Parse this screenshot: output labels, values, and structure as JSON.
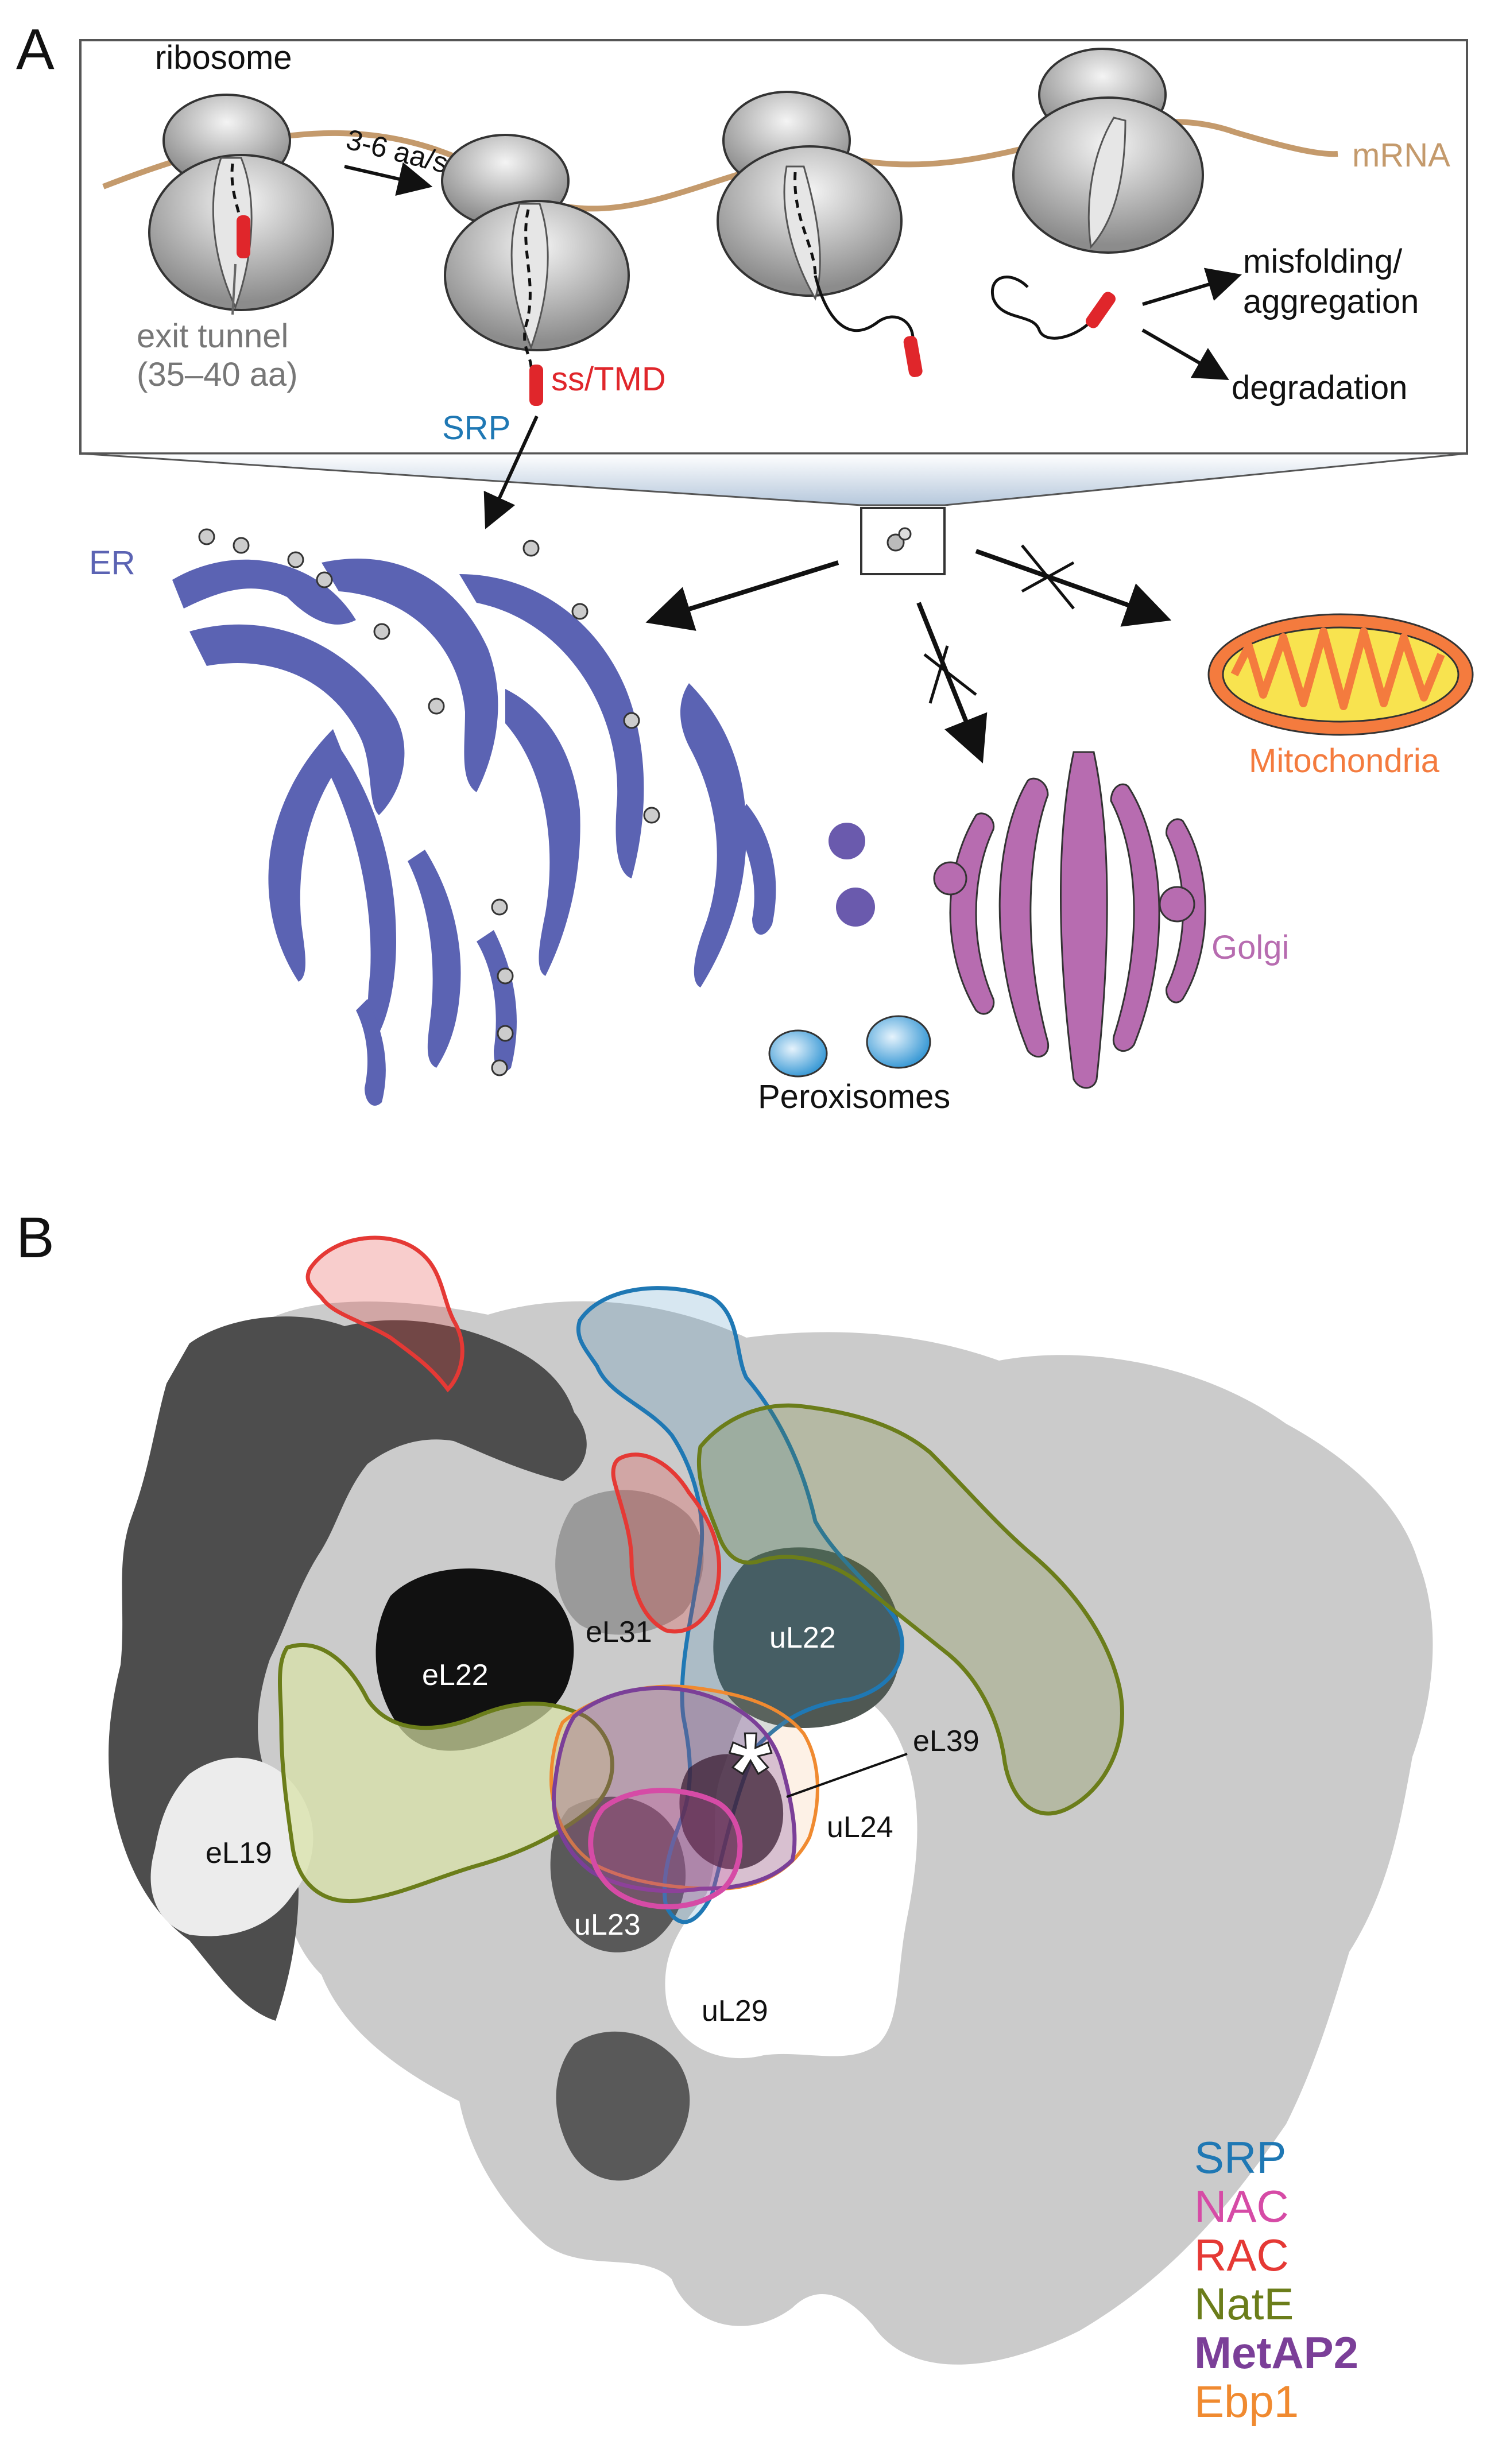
{
  "panel_a": {
    "label": "A",
    "ribosome_label": "ribosome",
    "rate_label": "3-6 aa/s",
    "exit_tunnel_line1": "exit tunnel",
    "exit_tunnel_line2": "(35–40 aa)",
    "mrna_label": "mRNA",
    "srp_label": "SRP",
    "signal_label": "ss/TMD",
    "misfolding_line1": "misfolding/",
    "misfolding_line2": "aggregation",
    "degradation_label": "degradation",
    "er_label": "ER",
    "mitochondria_label": "Mitochondria",
    "golgi_label": "Golgi",
    "peroxisomes_label": "Peroxisomes",
    "colors": {
      "mrna": "#c49a6c",
      "signal": "#e0262b",
      "srp": "#1f78b4",
      "er": "#5b63b3",
      "golgi": "#b76cb0",
      "mito_outer": "#f47b3e",
      "mito_inner": "#f8e34f",
      "peroxisome": "#3d9bd6"
    }
  },
  "panel_b": {
    "label": "B",
    "proteins": [
      "eL22",
      "eL31",
      "uL22",
      "eL39",
      "uL24",
      "eL19",
      "uL23",
      "uL29"
    ],
    "marker": "*",
    "legend": [
      {
        "name": "SRP",
        "color": "#1f78b4"
      },
      {
        "name": "NAC",
        "color": "#d64ba6"
      },
      {
        "name": "RAC",
        "color": "#e53935"
      },
      {
        "name": "NatE",
        "color": "#6b7d1a"
      },
      {
        "name": "MetAP2",
        "color": "#7b3f98"
      },
      {
        "name": "Ebp1",
        "color": "#f08a30"
      }
    ]
  }
}
